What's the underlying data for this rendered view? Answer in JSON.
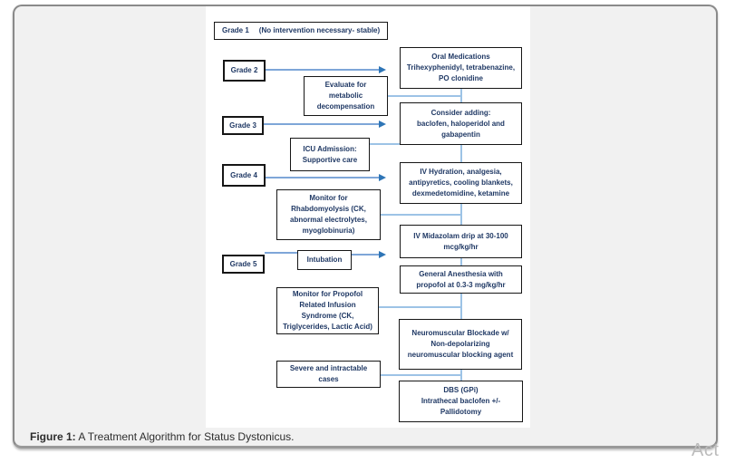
{
  "figure": {
    "caption_label": "Figure 1:",
    "caption_text": " A Treatment Algorithm for Status Dystonicus."
  },
  "watermark": "Act",
  "colors": {
    "node_text": "#1F3864",
    "node_border": "#161616",
    "connector": "#9DC3E6",
    "arrow_line": "#7EA6D8",
    "arrow_head": "#2E75B6",
    "card_background": "#f1f1f1",
    "card_border": "#8a8a8a",
    "panel_background": "#ffffff"
  },
  "flowchart": {
    "grade1": {
      "label": "Grade 1",
      "note": "(No intervention necessary- stable)"
    },
    "grade2": {
      "label": "Grade 2"
    },
    "grade3": {
      "label": "Grade 3"
    },
    "grade4": {
      "label": "Grade 4"
    },
    "grade5": {
      "label": "Grade 5"
    },
    "evaluate": {
      "lines": [
        "Evaluate for",
        "metabolic",
        "decompensation"
      ]
    },
    "icu": {
      "lines": [
        "ICU Admission:",
        "Supportive care"
      ]
    },
    "rhabdo": {
      "lines": [
        "Monitor for",
        "Rhabdomyolysis (CK,",
        "abnormal electrolytes,",
        "myoglobinuria)"
      ]
    },
    "intubation": {
      "label": "Intubation"
    },
    "propofol": {
      "lines": [
        "Monitor for Propofol",
        "Related Infusion",
        "Syndrome (CK,",
        "Triglycerides, Lactic Acid)"
      ]
    },
    "severe": {
      "lines": [
        "Severe and intractable",
        "cases"
      ]
    },
    "oral": {
      "lines": [
        "Oral Medications",
        "Trihexyphenidyl, tetrabenazine,",
        "PO clonidine"
      ]
    },
    "consider": {
      "lines": [
        "Consider adding:",
        "baclofen, haloperidol and",
        "gabapentin"
      ]
    },
    "hydration": {
      "lines": [
        "IV Hydration, analgesia,",
        "antipyretics, cooling blankets,",
        "dexmedetomidine, ketamine"
      ]
    },
    "midazolam": {
      "lines": [
        "IV Midazolam drip at 30-100",
        "mcg/kg/hr"
      ]
    },
    "anesthesia": {
      "lines": [
        "General Anesthesia with",
        "propofol at 0.3-3 mg/kg/hr"
      ]
    },
    "neuro": {
      "lines": [
        "Neuromuscular Blockade w/",
        "Non-depolarizing",
        "neuromuscular blocking agent"
      ]
    },
    "dbs": {
      "lines": [
        "DBS (GPi)",
        "Intrathecal baclofen +/-",
        "Pallidotomy"
      ]
    },
    "edges": [
      [
        "grade2",
        "oral"
      ],
      [
        "grade3",
        "consider"
      ],
      [
        "grade4",
        "hydration"
      ],
      [
        "grade5",
        "intubation"
      ],
      [
        "intubation",
        "midazolam"
      ],
      [
        "oral",
        "consider"
      ],
      [
        "consider",
        "hydration"
      ],
      [
        "hydration",
        "midazolam"
      ],
      [
        "midazolam",
        "anesthesia"
      ],
      [
        "anesthesia",
        "neuro"
      ],
      [
        "neuro",
        "dbs"
      ],
      [
        "evaluate",
        "oral-consider"
      ],
      [
        "icu",
        "consider"
      ],
      [
        "rhabdo",
        "hydration-midazolam"
      ],
      [
        "propofol",
        "anesthesia-neuro"
      ],
      [
        "severe",
        "neuro-dbs"
      ]
    ]
  }
}
